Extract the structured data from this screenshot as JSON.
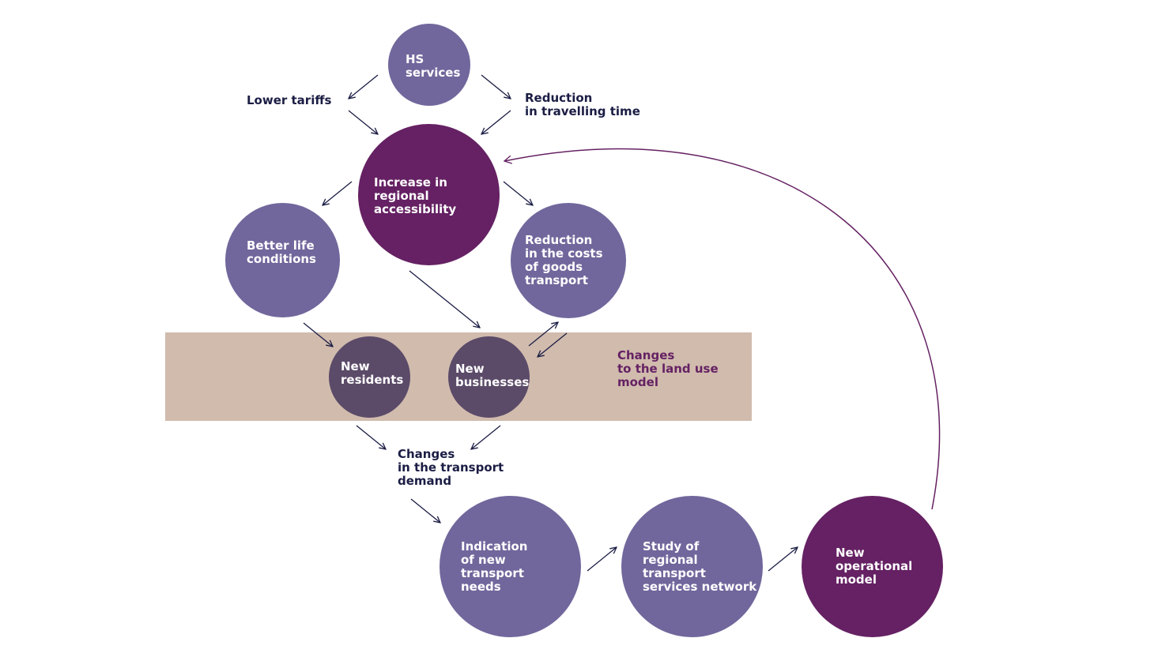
{
  "nodes": {
    "hs_services": "HS\nservices",
    "increase_accessibility": "Increase in\nregional\naccessibility",
    "better_life": "Better life\nconditions",
    "reduction_costs": "Reduction\nin the costs\nof goods\ntransport",
    "new_residents": "New\nresidents",
    "new_businesses": "New\nbusinesses",
    "indication_needs": "Indication\nof new\ntransport\nneeds",
    "study_network": "Study of\nregional\ntransport\nservices network",
    "new_model": "New\noperational\nmodel"
  },
  "labels": {
    "lower_tariffs": "Lower tariffs",
    "reduction_time": "Reduction\nin travelling time",
    "changes_demand": "Changes\nin the transport\ndemand",
    "changes_land_use": "Changes\nto the land use\nmodel"
  },
  "colors": {
    "lavender": "#71679c",
    "plum": "#652163",
    "dark_purple": "#5b4a68",
    "band": "#d0bbad",
    "text_dark": "#1b1d44",
    "arrow": "#1b1d44"
  }
}
